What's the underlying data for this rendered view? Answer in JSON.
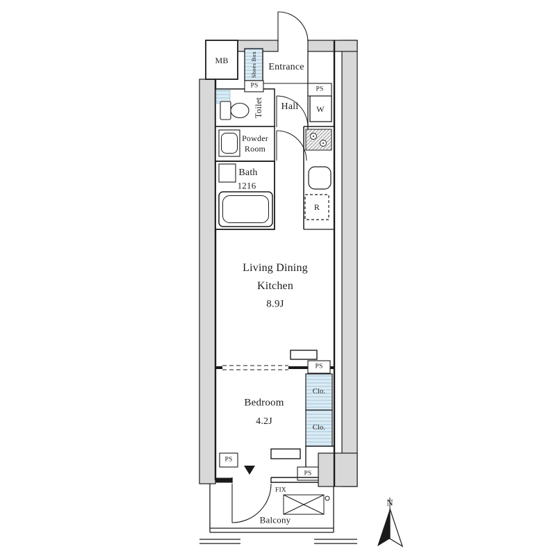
{
  "floorplan": {
    "unit_labels": {
      "mb": "MB",
      "shoes_box": "Shoes Box",
      "entrance": "Entrance",
      "toilet": "Toilet",
      "hall": "Hall",
      "washer": "W",
      "powder_line1": "Powder",
      "powder_line2": "Room",
      "bath": "Bath",
      "bath_size": "1216",
      "refrigerator": "R",
      "ldk_line1": "Living Dining",
      "ldk_line2": "Kitchen",
      "ldk_size": "8.9J",
      "bedroom": "Bedroom",
      "bedroom_size": "4.2J",
      "closet": "Clo.",
      "balcony": "Balcony"
    },
    "markers": {
      "pipe_space": "PS",
      "fixed_window": "FIX",
      "north": "N"
    },
    "colors": {
      "wall_fill": "#d8d8d8",
      "hatch_blue": "#dcebf4",
      "hatch_blue_line": "#a5c8dc",
      "line": "#1a1a1a"
    }
  }
}
